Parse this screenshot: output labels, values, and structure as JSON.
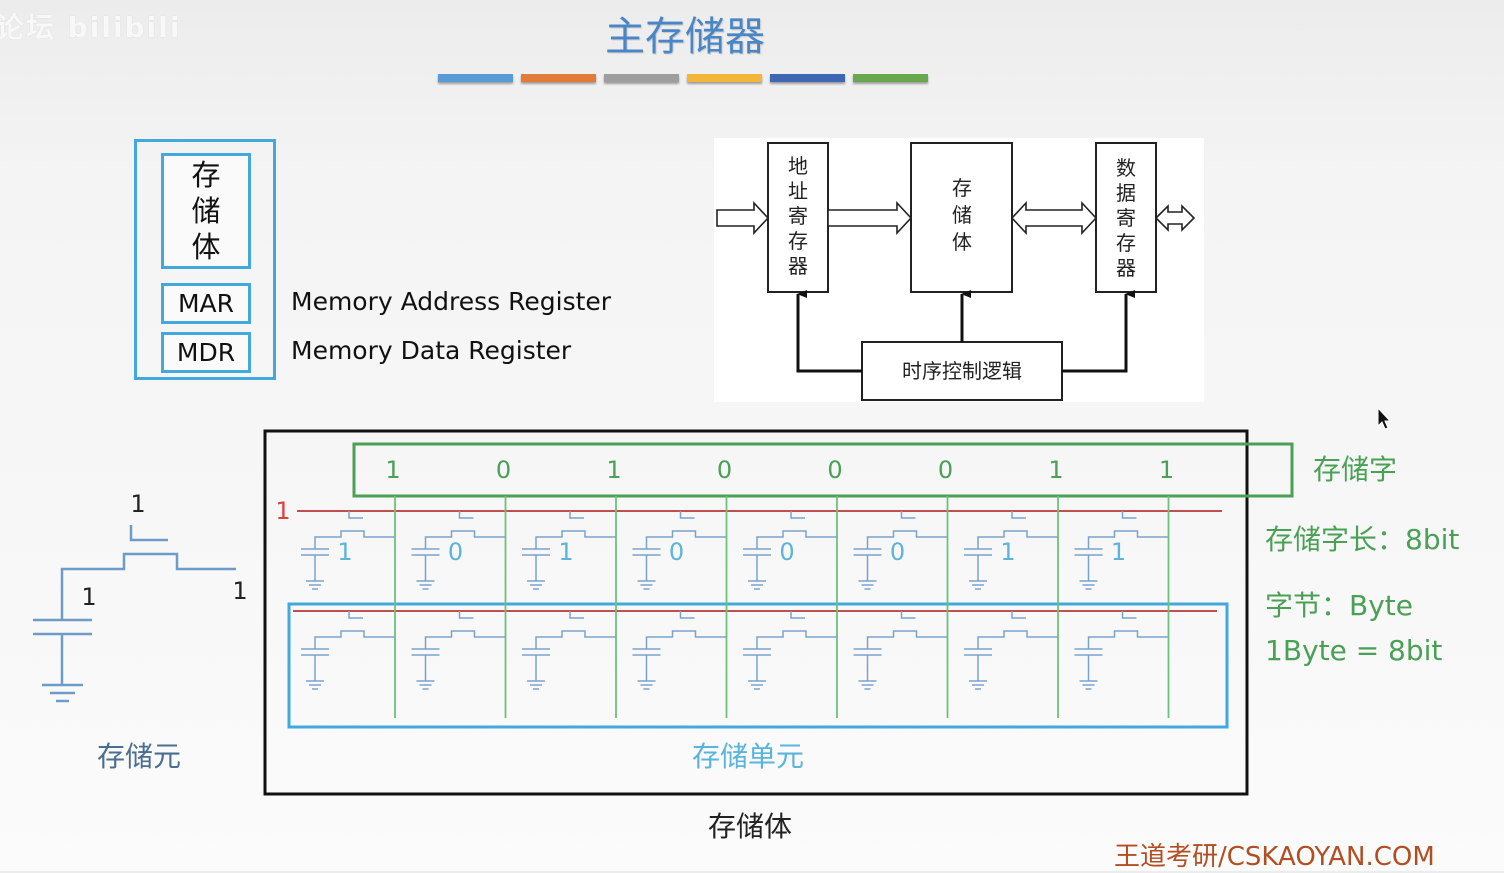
{
  "watermark": "论坛 bilibili",
  "title": "主存储器",
  "color_bars": [
    "#5b9bd5",
    "#e07b39",
    "#9e9e9e",
    "#f2b73a",
    "#3f66b3",
    "#6aa84f"
  ],
  "memory_box": {
    "body_chars": [
      "存",
      "储",
      "体"
    ],
    "registers": [
      {
        "abbr": "MAR",
        "full": "Memory Address Register"
      },
      {
        "abbr": "MDR",
        "full": "Memory Data Register"
      }
    ]
  },
  "block_diagram": {
    "address_register": [
      "地",
      "址",
      "寄",
      "存",
      "器"
    ],
    "storage_body": [
      "存",
      "储",
      "体"
    ],
    "data_register": [
      "数",
      "据",
      "寄",
      "存",
      "器"
    ],
    "timing_control": "时序控制逻辑"
  },
  "cell": {
    "gate_value": "1",
    "capacitor_value": "1",
    "bitline_value": "1",
    "label": "存储元"
  },
  "array": {
    "word_line_value": "1",
    "word_bits": [
      "1",
      "0",
      "1",
      "0",
      "0",
      "0",
      "1",
      "1"
    ],
    "cell_bits": [
      "1",
      "0",
      "1",
      "0",
      "0",
      "0",
      "1",
      "1"
    ],
    "unit_label": "存储单元",
    "body_label": "存储体"
  },
  "notes": {
    "word_label": "存储字",
    "word_length": "存储字长：8bit",
    "byte": "字节：Byte",
    "byte_eq": "1Byte = 8bit"
  },
  "footer": "王道考研/CSKAOYAN.COM"
}
